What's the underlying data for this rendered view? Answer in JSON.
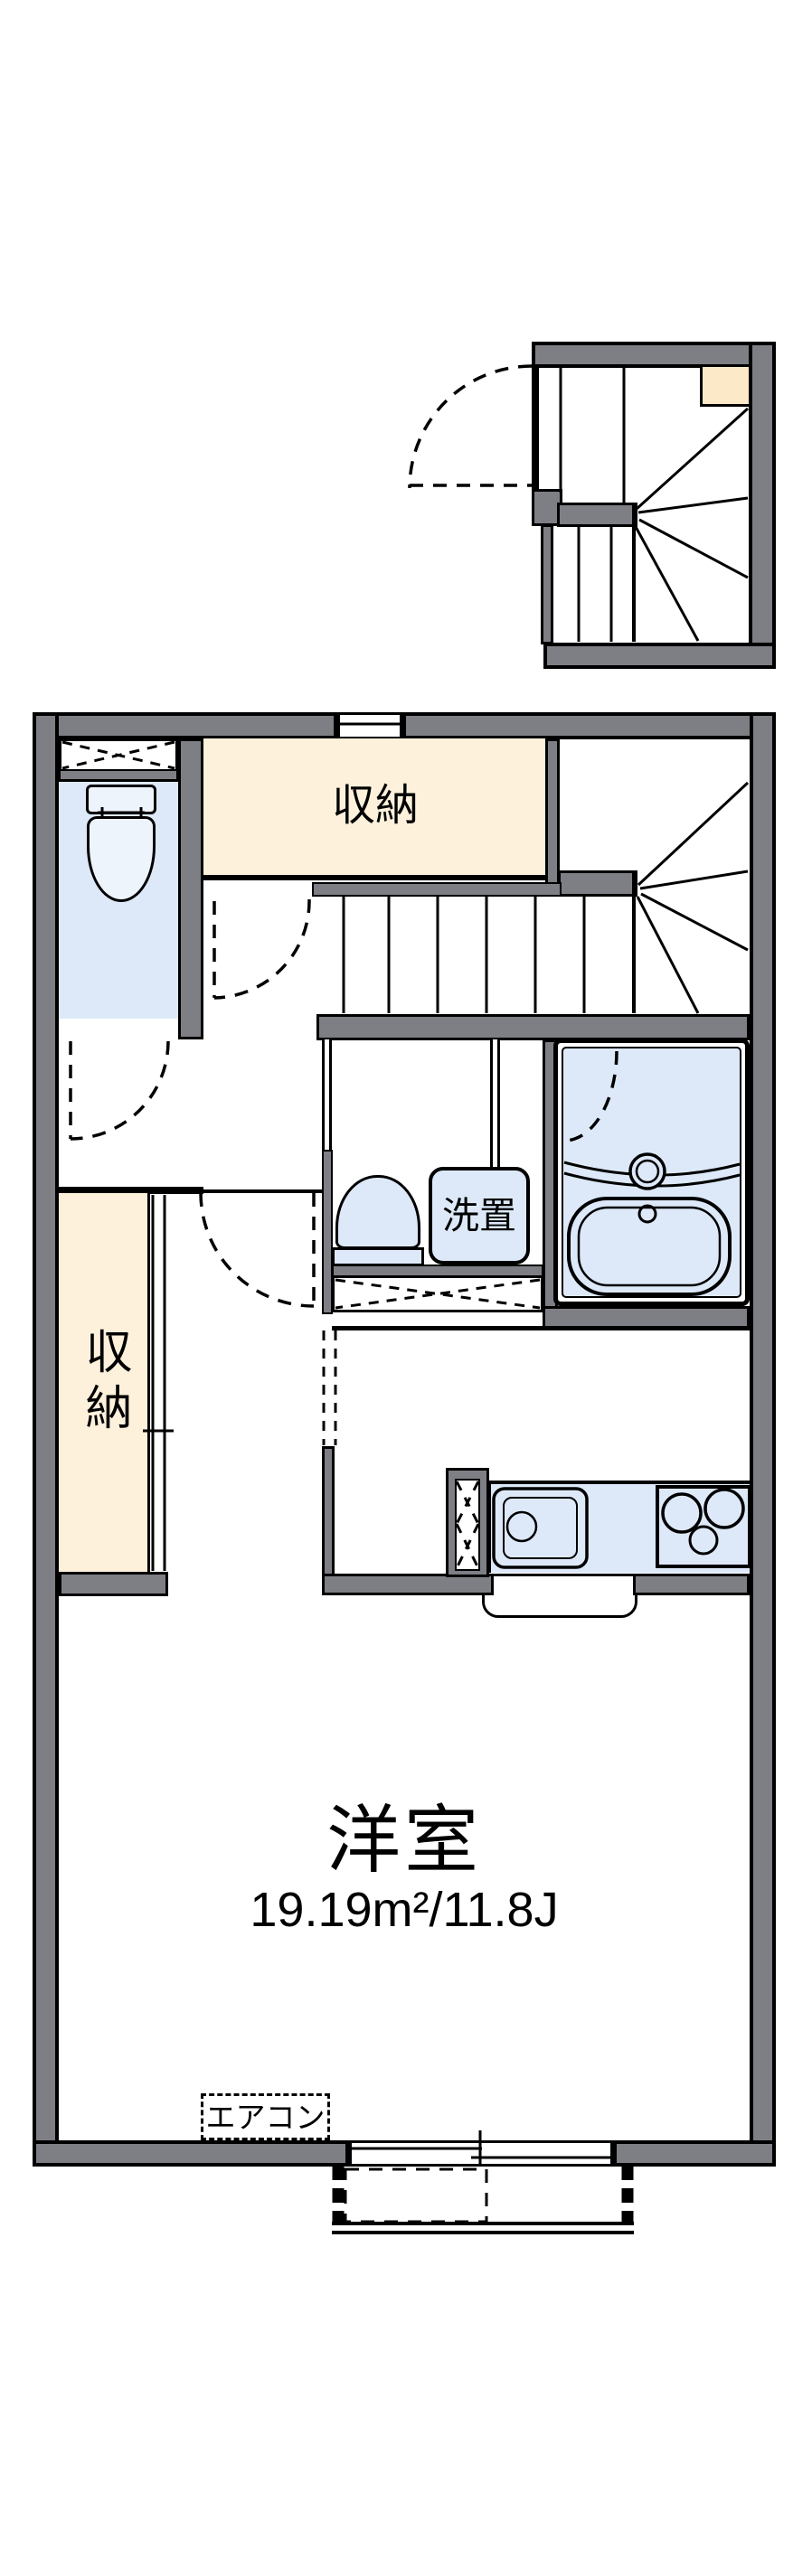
{
  "document": {
    "type": "apartment-floor-plan"
  },
  "colors": {
    "wall": "#7e7f85",
    "line": "#000000",
    "closet_fill": "#fdf1dc",
    "accent_fill": "#fbe9c7",
    "wet_area_fill": "#dde9f9",
    "fixture_fill": "#eef4fc",
    "bg": "#ffffff"
  },
  "labels": {
    "storage_top": "収納",
    "storage_side": "収納",
    "laundry_space": "洗置",
    "main_room": "洋室",
    "main_room_area": "19.19m²/11.8J",
    "aircon": "エアコン"
  }
}
